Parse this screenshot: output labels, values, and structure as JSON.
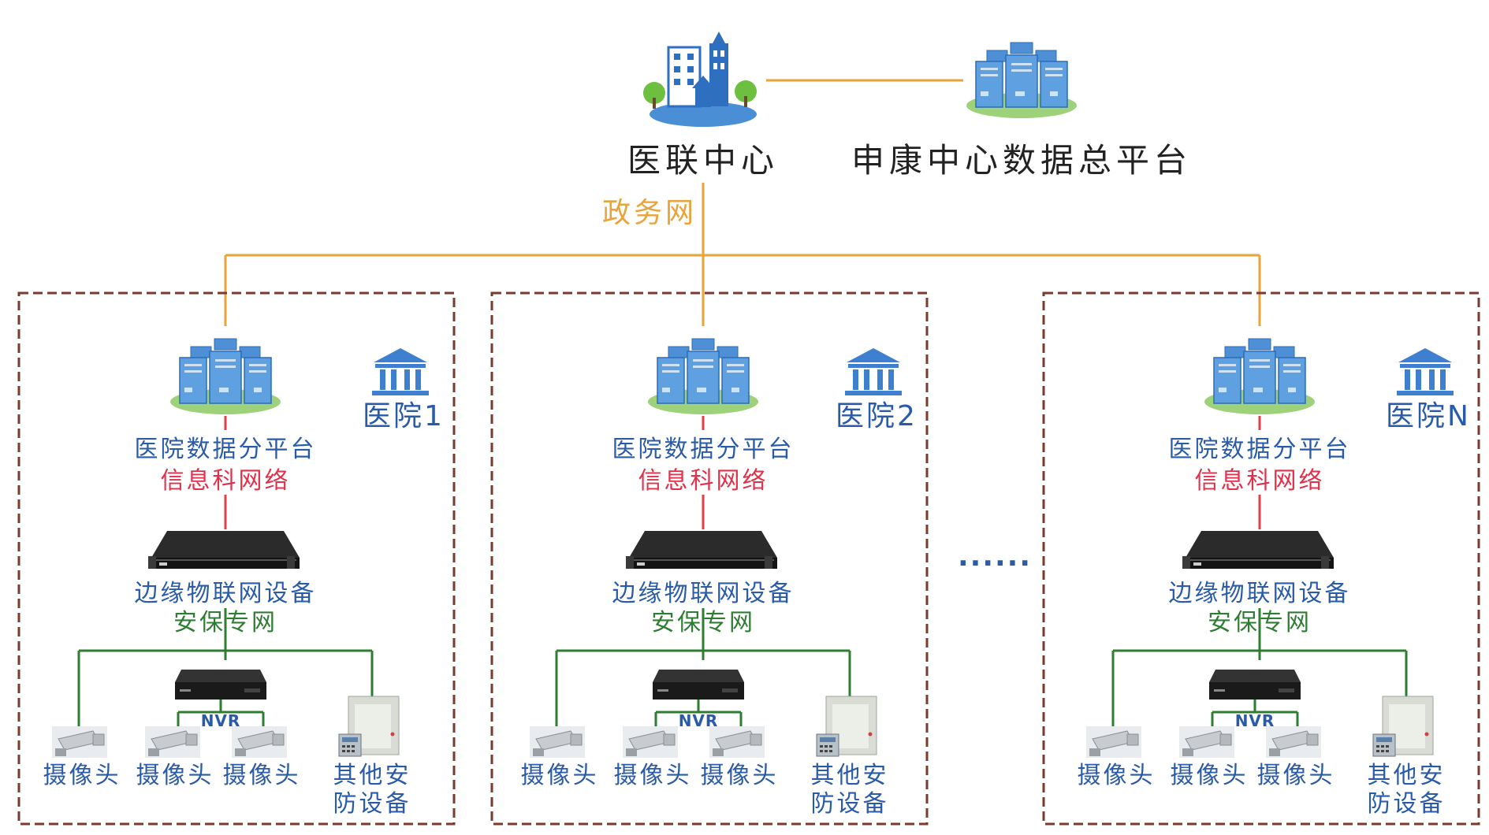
{
  "top": {
    "center_label": "医联中心",
    "platform_label": "申康中心数据总平台",
    "network_label": "政务网"
  },
  "hospitals": [
    {
      "name": "医院1",
      "platform": "医院数据分平台",
      "it_network": "信息科网络",
      "edge_device": "边缘物联网设备",
      "security_net": "安保专网",
      "nvr": "NVR",
      "cameras": [
        "摄像头",
        "摄像头",
        "摄像头"
      ],
      "other_line1": "其他安",
      "other_line2": "防设备"
    },
    {
      "name": "医院2",
      "platform": "医院数据分平台",
      "it_network": "信息科网络",
      "edge_device": "边缘物联网设备",
      "security_net": "安保专网",
      "nvr": "NVR",
      "cameras": [
        "摄像头",
        "摄像头",
        "摄像头"
      ],
      "other_line1": "其他安",
      "other_line2": "防设备"
    },
    {
      "name": "医院N",
      "platform": "医院数据分平台",
      "it_network": "信息科网络",
      "edge_device": "边缘物联网设备",
      "security_net": "安保专网",
      "nvr": "NVR",
      "cameras": [
        "摄像头",
        "摄像头",
        "摄像头"
      ],
      "other_line1": "其他安",
      "other_line2": "防设备"
    }
  ],
  "ellipsis": "......",
  "colors": {
    "orange_line": "#e8a33a",
    "red_line": "#e0404a",
    "green_line": "#2e7d32",
    "blue_text": "#2a5ba8",
    "red_text": "#e0304a",
    "green_text": "#2e7d32",
    "dark_text": "#222222",
    "dashed_border": "#7a3b2e"
  }
}
